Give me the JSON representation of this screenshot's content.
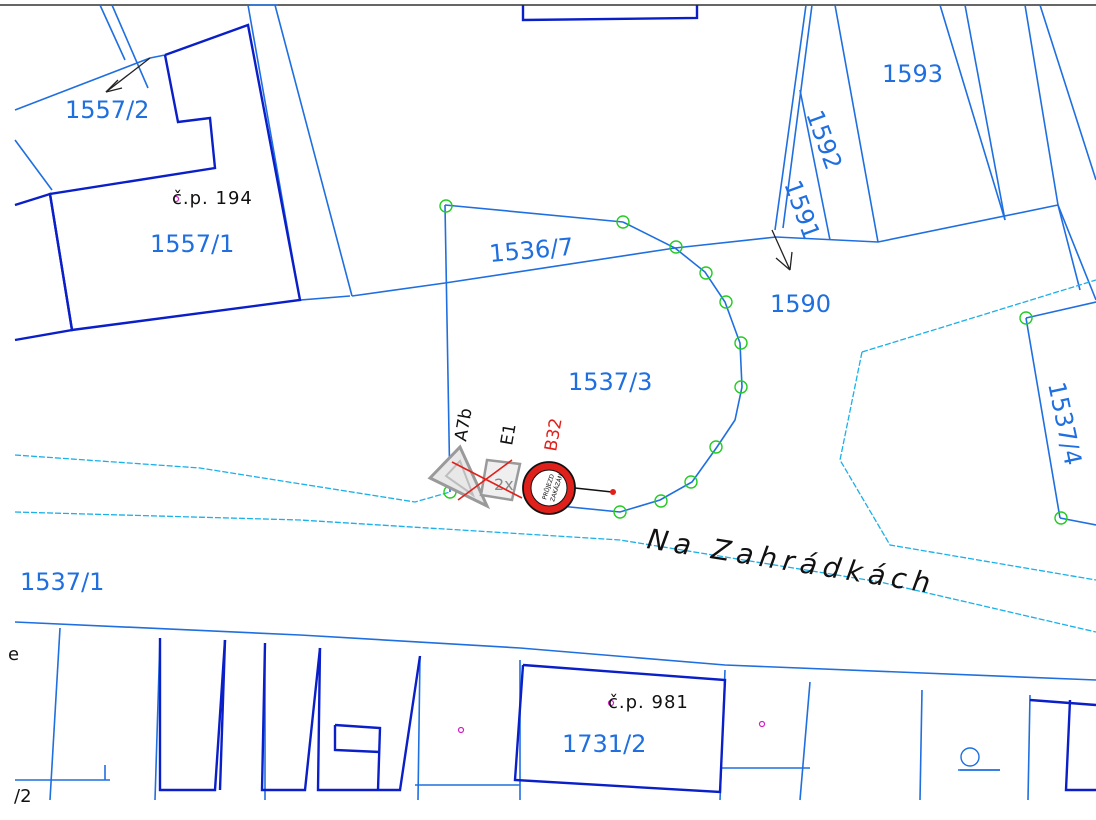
{
  "map": {
    "parcels": [
      "1557/2",
      "1557/1",
      "1593",
      "1592",
      "1591",
      "1536/7",
      "1590",
      "1537/3",
      "1537/4",
      "1537/1",
      "1731/2"
    ],
    "house_numbers": [
      "č.p. 194",
      "č.p. 981"
    ],
    "street_name": "Na Zahrádkách",
    "signs": {
      "a7b_code": "A7b",
      "e1_code": "E1",
      "e1_text": "2x",
      "b32_code": "B32",
      "b32_text_line1": "PRŮJEZD",
      "b32_text_line2": "ZAKÁZÁN"
    },
    "edge_glyph": "e",
    "edge_glyph_bottom": "/2"
  },
  "colors": {
    "parcel_line": "#1f6fe0",
    "building_line": "#0a1fc8",
    "road_edge": "#1ab0e8",
    "vertex_marker": "#22cc22",
    "sign_red": "#e0201a"
  }
}
